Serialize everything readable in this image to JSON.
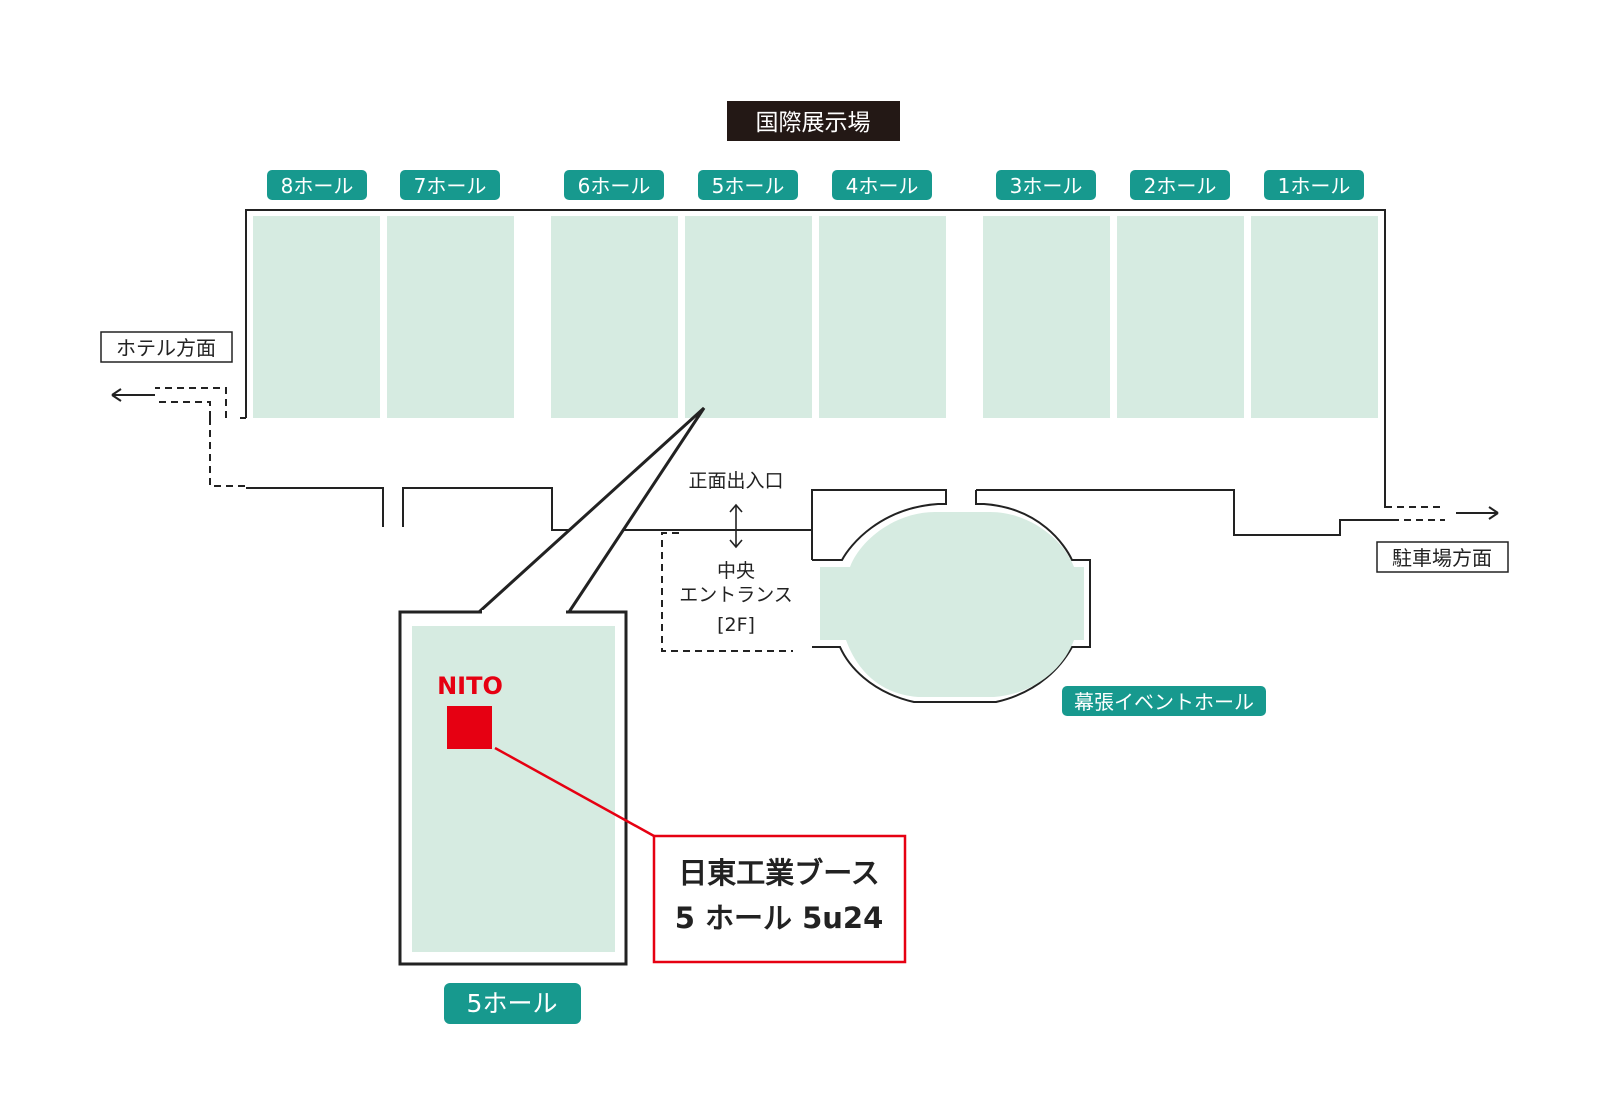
{
  "title": "国際展示場",
  "halls": [
    {
      "id": "8",
      "label": "8ホール"
    },
    {
      "id": "7",
      "label": "7ホール"
    },
    {
      "id": "6",
      "label": "6ホール"
    },
    {
      "id": "5",
      "label": "5ホール"
    },
    {
      "id": "4",
      "label": "4ホール"
    },
    {
      "id": "3",
      "label": "3ホール"
    },
    {
      "id": "2",
      "label": "2ホール"
    },
    {
      "id": "1",
      "label": "1ホール"
    }
  ],
  "directions": {
    "hotel": "ホテル方面",
    "parking": "駐車場方面"
  },
  "entrance": {
    "front": "正面出入口",
    "center_line1": "中央",
    "center_line2": "エントランス",
    "center_floor": "[2F]"
  },
  "event_hall": "幕張イベントホール",
  "detail": {
    "hall_label": "5ホール",
    "logo": "NITO",
    "booth_line1": "日東工業ブース",
    "booth_line2": "5 ホール 5u24"
  },
  "colors": {
    "teal": "#17998e",
    "hall_fill": "#d6ebe1",
    "booth_red": "#e60012",
    "title_bg": "#231815"
  }
}
